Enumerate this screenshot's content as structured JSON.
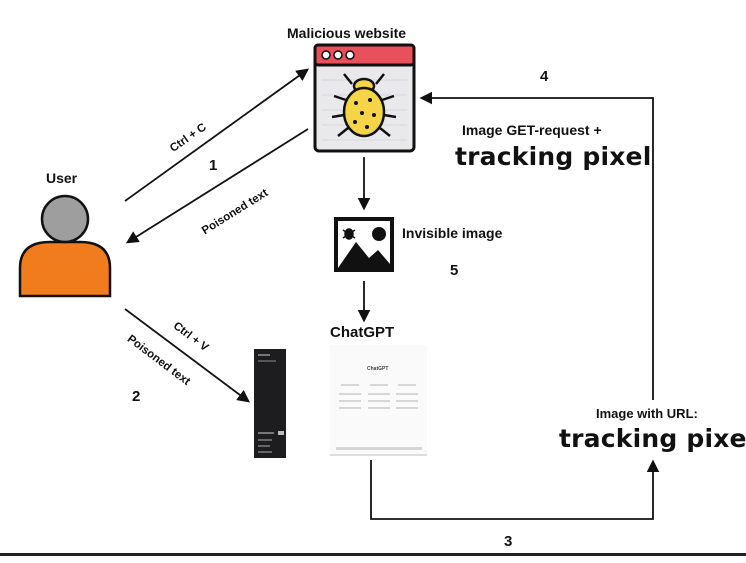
{
  "nodes": {
    "malicious_website": "Malicious website",
    "user": "User",
    "invisible_image": "Invisible image",
    "chatgpt": "ChatGPT"
  },
  "labels": {
    "get_request_line1": "Image GET-request +",
    "get_request_line2": "tracking pixel",
    "image_url_line1": "Image with URL:",
    "image_url_line2": "tracking pixel",
    "ctrl_c": "Ctrl + C",
    "poisoned_text_1": "Poisoned text",
    "ctrl_v": "Ctrl + V",
    "poisoned_text_2": "Poisoned text"
  },
  "steps": [
    "1",
    "2",
    "3",
    "4",
    "5"
  ],
  "chatgpt_thumbnail": {
    "heading": "ChatGPT"
  },
  "colors": {
    "browser_bar": "#e8505b",
    "bug_body": "#f5d547",
    "user_head": "#9e9e9e",
    "user_body": "#f07c1e",
    "line": "#111111"
  },
  "icons": [
    "bug-icon",
    "browser-window-icon",
    "user-icon",
    "image-icon",
    "phone-screenshot",
    "chatgpt-screenshot"
  ]
}
